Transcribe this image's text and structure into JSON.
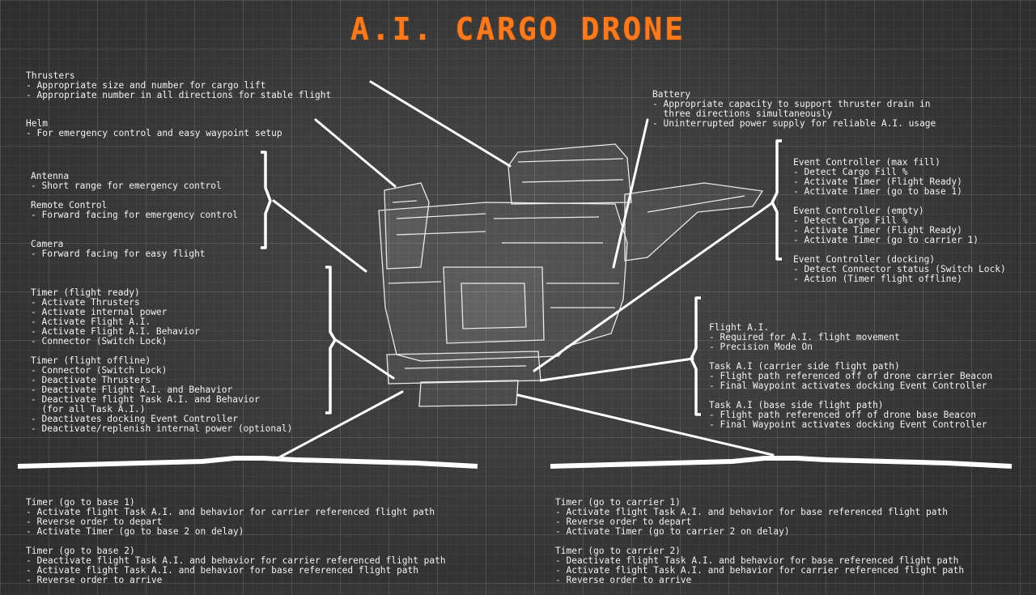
{
  "title": "A.I. CARGO DRONE",
  "blocks": {
    "thrusters": [
      "Thrusters",
      "- Appropriate size and number for cargo lift",
      "- Appropriate number in all directions for stable flight"
    ],
    "helm": [
      "Helm",
      "- For emergency control and easy waypoint setup"
    ],
    "antenna": [
      "Antenna",
      "- Short range for emergency control"
    ],
    "remote": [
      "Remote Control",
      "- Forward facing for emergency control"
    ],
    "camera": [
      "Camera",
      "- Forward facing for easy flight"
    ],
    "timer_ready": [
      "Timer (flight ready)",
      "- Activate Thrusters",
      "- Activate internal power",
      "- Activate Flight A.I.",
      "- Activate Flight A.I. Behavior",
      "- Connector (Switch Lock)"
    ],
    "timer_offline": [
      "Timer (flight offline)",
      "- Connector (Switch Lock)",
      "- Deactivate Thrusters",
      "- Deactivate Flight A.I. and Behavior",
      "- Deactivate flight Task A.I. and Behavior",
      "  (for all Task A.I.)",
      "- Deactivates docking Event Controller",
      "- Deactivate/replenish internal power (optional)"
    ],
    "battery": [
      "Battery",
      "- Appropriate capacity to support thruster drain in",
      "  three directions simultaneously",
      "- Uninterrupted power supply for reliable A.I. usage"
    ],
    "event_max": [
      "Event Controller (max fill)",
      "- Detect Cargo Fill %",
      "- Activate Timer (Flight Ready)",
      "- Activate Timer (go to base 1)"
    ],
    "event_empty": [
      "Event Controller (empty)",
      "- Detect Cargo Fill %",
      "- Activate Timer (Flight Ready)",
      "- Activate Timer (go to carrier 1)"
    ],
    "event_docking": [
      "Event Controller (docking)",
      "- Detect Connector status (Switch Lock)",
      "- Action (Timer flight offline)"
    ],
    "flight_ai": [
      "Flight A.I.",
      "- Required for A.I. flight movement",
      "- Precision Mode On"
    ],
    "task_carrier": [
      "Task A.I (carrier side flight path)",
      "- Flight path referenced off of drone carrier Beacon",
      "- Final Waypoint activates docking Event Controller"
    ],
    "task_base": [
      "Task A.I (base side flight path)",
      "- Flight path referenced off of drone base Beacon",
      "- Final Waypoint activates docking Event Controller"
    ],
    "timer_base1": [
      "Timer (go to base 1)",
      "- Activate flight Task A.I. and behavior for carrier referenced flight path",
      "- Reverse order to depart",
      "- Activate Timer (go to base 2 on delay)"
    ],
    "timer_base2": [
      "Timer (go to base 2)",
      "- Deactivate flight Task A.I. and behavior for carrier referenced flight path",
      "- Activate flight Task A.I. and behavior for base referenced flight path",
      "- Reverse order to arrive"
    ],
    "timer_carrier1": [
      "Timer (go to carrier 1)",
      "- Activate flight Task A.I. and behavior for base referenced flight path",
      "- Reverse order to depart",
      "- Activate Timer (go to carrier 2 on delay)"
    ],
    "timer_carrier2": [
      "Timer (go to carrier 2)",
      "- Deactivate flight Task A.I. and behavior for base referenced flight path",
      "- Activate flight Task A.I. and behavior for carrier referenced flight path",
      "- Reverse order to arrive"
    ]
  },
  "colors": {
    "title": "#ff7a1e",
    "line": "#ffffff",
    "grid": "#4a4a4a"
  }
}
